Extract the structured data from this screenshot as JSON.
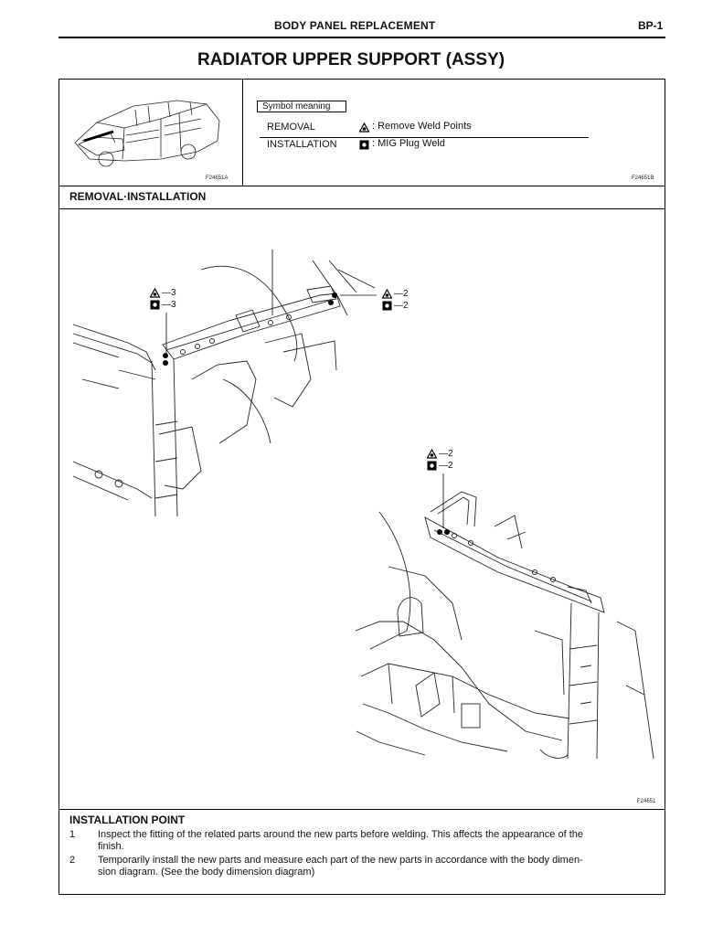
{
  "header": {
    "section": "BODY PANEL REPLACEMENT",
    "page": "BP-1"
  },
  "title": "RADIATOR UPPER SUPPORT (ASSY)",
  "top_panel": {
    "fig_left_code": "F24651A",
    "fig_right_code": "F24651B",
    "symbol_title": "Symbol meaning",
    "rows": [
      {
        "label": "REMOVAL",
        "desc": ": Remove Weld Points",
        "icon": "remove-weld-icon"
      },
      {
        "label": "INSTALLATION",
        "desc": ": MIG Plug Weld",
        "icon": "mig-plug-weld-icon"
      }
    ]
  },
  "removal_section": {
    "heading": "REMOVAL·INSTALLATION",
    "fig_code": "F24651",
    "callouts": {
      "top_left": {
        "remove": "—3",
        "weld": "—3"
      },
      "top_right": {
        "remove": "—2",
        "weld": "—2"
      },
      "lower": {
        "remove": "—2",
        "weld": "—2"
      }
    }
  },
  "installation_point": {
    "heading": "INSTALLATION POINT",
    "items": [
      {
        "num": "1",
        "text_line1": "Inspect the fitting of the related parts around the new parts before welding. This affects the appearance of the",
        "text_line2": "finish."
      },
      {
        "num": "2",
        "text_line1": "Temporarily install the new parts and measure each part of the new parts in accordance with the body dimen-",
        "text_line2": "sion diagram. (See the body dimension diagram)"
      }
    ]
  }
}
